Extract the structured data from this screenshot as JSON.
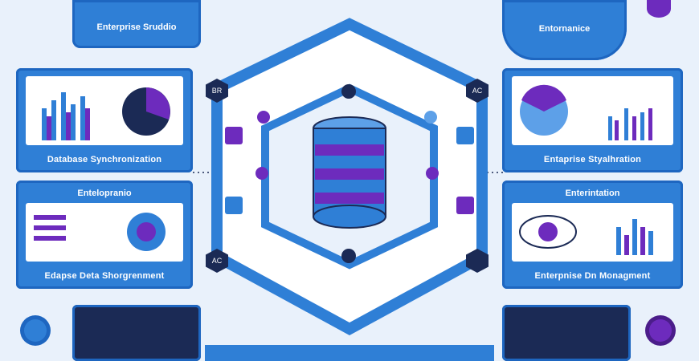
{
  "cards": {
    "top_left_title": "Enterprise Sruddio",
    "top_right_title": "Entornanice",
    "mid_left_caption": "Database Synchronization",
    "mid_right_caption": "Entaprise Styalhration",
    "lower_left_title": "Entelopranio",
    "lower_left_caption": "Edapse Deta Shorgrenment",
    "lower_right_title": "Enterintation",
    "lower_right_caption": "Enterpnise Dn Monagment"
  },
  "hex_labels": {
    "left_top": "BR",
    "right_top": "AC",
    "left_bottom": "AC"
  },
  "colors": {
    "primary": "#2f7fd6",
    "dark": "#1b2a55",
    "purple": "#6d2bbd",
    "bg": "#e9f1fb"
  }
}
